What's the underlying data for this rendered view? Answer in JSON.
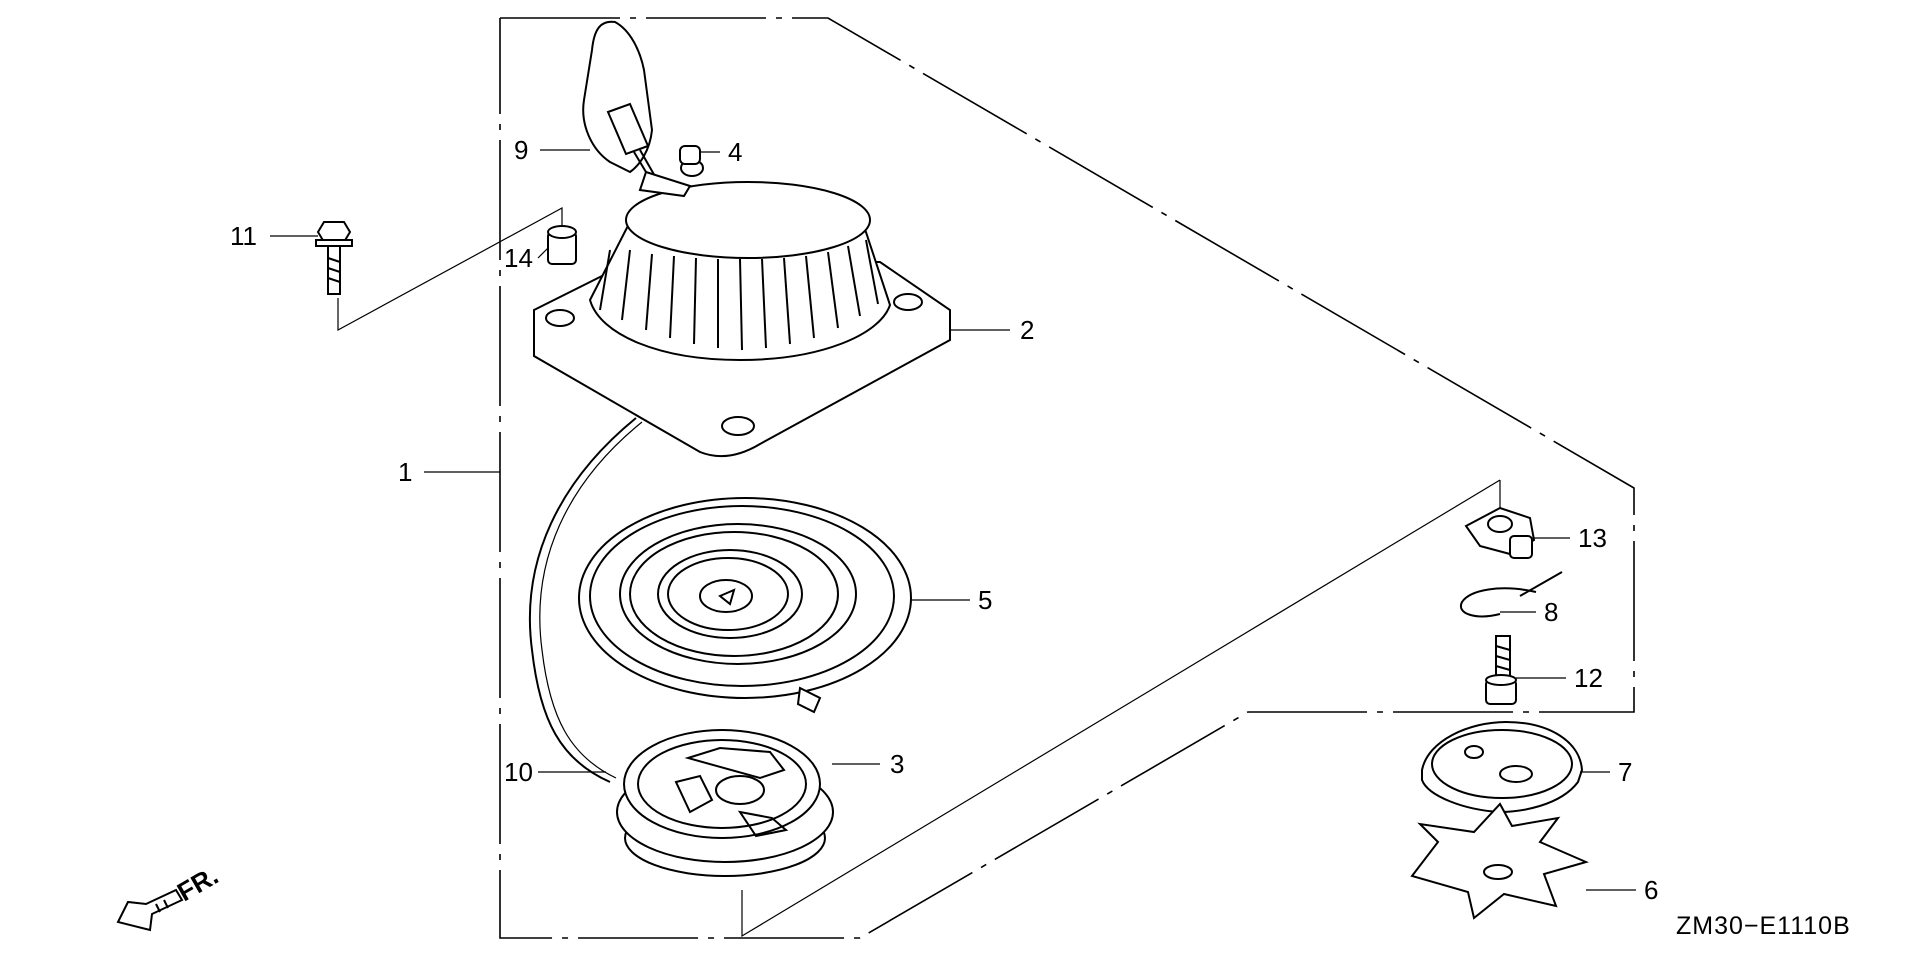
{
  "parts": [
    {
      "number": "1"
    },
    {
      "number": "2"
    },
    {
      "number": "3"
    },
    {
      "number": "4"
    },
    {
      "number": "5"
    },
    {
      "number": "6"
    },
    {
      "number": "7"
    },
    {
      "number": "8"
    },
    {
      "number": "9"
    },
    {
      "number": "10"
    },
    {
      "number": "11"
    },
    {
      "number": "12"
    },
    {
      "number": "13"
    },
    {
      "number": "14"
    }
  ],
  "direction_indicator": "FR.",
  "diagram_code": "ZM30−E1110B"
}
